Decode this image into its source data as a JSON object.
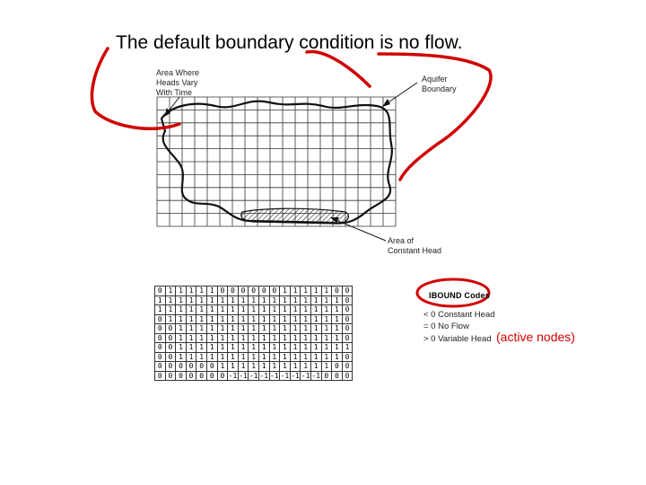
{
  "title": "The default boundary condition is no flow.",
  "labels": {
    "varying": "Area Where\nHeads Vary\nWith Time",
    "boundary": "Aquifer\nBoundary",
    "constant": "Area of\nConstant Head"
  },
  "legend": {
    "title": "IBOUND Codes",
    "items": [
      "< 0 Constant Head",
      "= 0 No Flow",
      "> 0 Variable Head"
    ]
  },
  "note": "(active nodes)",
  "colors": {
    "annotation": "#d00000",
    "grid": "#333333"
  },
  "ibound": [
    [
      "0",
      "1",
      "1",
      "1",
      "1",
      "1",
      "0",
      "0",
      "0",
      "0",
      "0",
      "0",
      "1",
      "1",
      "1",
      "1",
      "1",
      "0",
      "0"
    ],
    [
      "1",
      "1",
      "1",
      "1",
      "1",
      "1",
      "1",
      "1",
      "1",
      "1",
      "1",
      "1",
      "1",
      "1",
      "1",
      "1",
      "1",
      "1",
      "0"
    ],
    [
      "1",
      "1",
      "1",
      "1",
      "1",
      "1",
      "1",
      "1",
      "1",
      "1",
      "1",
      "1",
      "1",
      "1",
      "1",
      "1",
      "1",
      "1",
      "0"
    ],
    [
      "0",
      "1",
      "1",
      "1",
      "1",
      "1",
      "1",
      "1",
      "1",
      "1",
      "1",
      "1",
      "1",
      "1",
      "1",
      "1",
      "1",
      "1",
      "0"
    ],
    [
      "0",
      "0",
      "1",
      "1",
      "1",
      "1",
      "1",
      "1",
      "1",
      "1",
      "1",
      "1",
      "1",
      "1",
      "1",
      "1",
      "1",
      "1",
      "0"
    ],
    [
      "0",
      "0",
      "1",
      "1",
      "1",
      "1",
      "1",
      "1",
      "1",
      "1",
      "1",
      "1",
      "1",
      "1",
      "1",
      "1",
      "1",
      "1",
      "0"
    ],
    [
      "0",
      "0",
      "1",
      "1",
      "1",
      "1",
      "1",
      "1",
      "1",
      "1",
      "1",
      "1",
      "1",
      "1",
      "1",
      "1",
      "1",
      "1",
      "1"
    ],
    [
      "0",
      "0",
      "1",
      "1",
      "1",
      "1",
      "1",
      "1",
      "1",
      "1",
      "1",
      "1",
      "1",
      "1",
      "1",
      "1",
      "1",
      "1",
      "0"
    ],
    [
      "0",
      "0",
      "0",
      "0",
      "0",
      "0",
      "1",
      "1",
      "1",
      "1",
      "1",
      "1",
      "1",
      "1",
      "1",
      "1",
      "1",
      "0",
      "0"
    ],
    [
      "0",
      "0",
      "0",
      "0",
      "0",
      "0",
      "0",
      "-1",
      "-1",
      "-1",
      "-1",
      "-1",
      "-1",
      "-1",
      "-1",
      "-1",
      "0",
      "0",
      "0"
    ]
  ]
}
